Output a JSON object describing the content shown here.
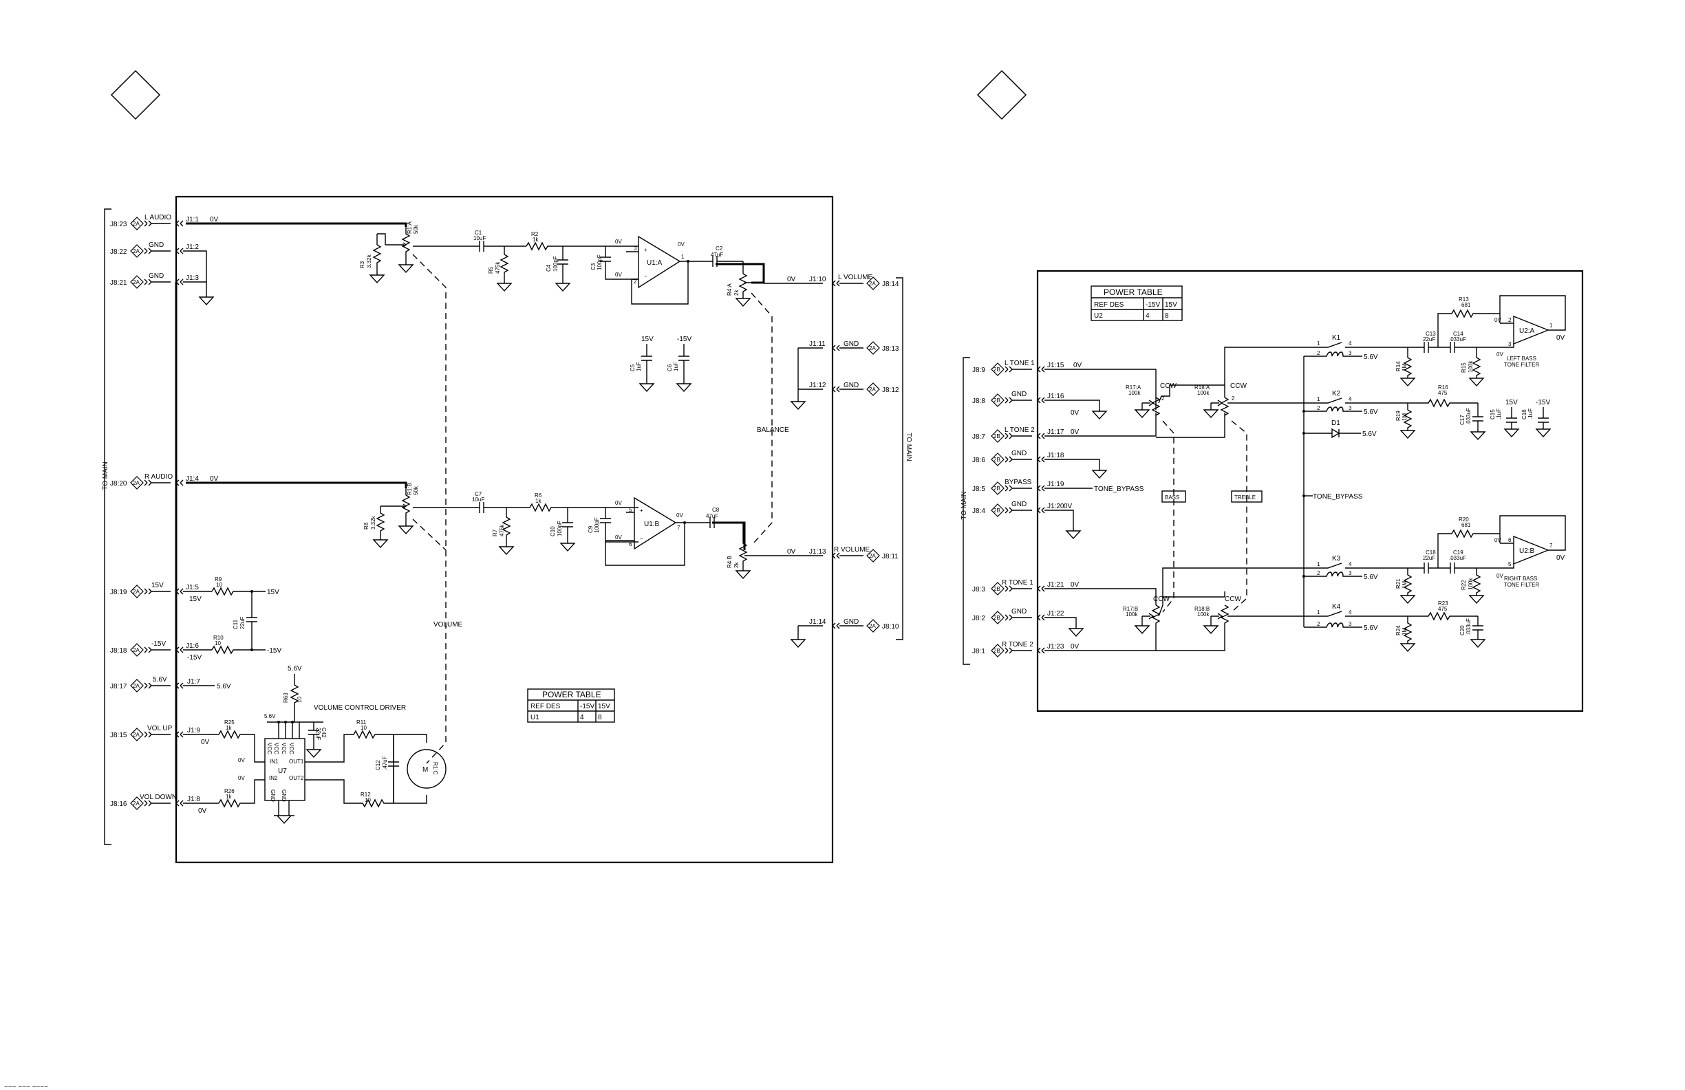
{
  "schematic_a": {
    "side_label": "TO MAIN",
    "right_side_label": "TO MAIN",
    "inputs": [
      {
        "conn": "J8:23",
        "pin": "2A",
        "name": "L AUDIO",
        "jpin": "J1:1",
        "net": "0V"
      },
      {
        "conn": "J8:22",
        "pin": "2A",
        "name": "GND",
        "jpin": "J1:2"
      },
      {
        "conn": "J8:21",
        "pin": "2A",
        "name": "GND",
        "jpin": "J1:3"
      },
      {
        "conn": "J8:20",
        "pin": "2A",
        "name": "R AUDIO",
        "jpin": "J1:4",
        "net": "0V"
      },
      {
        "conn": "J8:19",
        "pin": "2A",
        "name": "15V",
        "jpin": "J1:5",
        "net": "15V"
      },
      {
        "conn": "J8:18",
        "pin": "2A",
        "name": "-15V",
        "jpin": "J1:6",
        "net": "-15V"
      },
      {
        "conn": "J8:17",
        "pin": "2A",
        "name": "5.6V",
        "jpin": "J1:7",
        "net": "5.6V"
      },
      {
        "conn": "J8:15",
        "pin": "2A",
        "name": "VOL UP",
        "jpin": "J1:9",
        "net": "0V"
      },
      {
        "conn": "J8:16",
        "pin": "2A",
        "name": "VOL DOWN",
        "jpin": "J1:8",
        "net": "0V"
      }
    ],
    "outputs": [
      {
        "conn": "J8:14",
        "pin": "2A",
        "name": "L VOLUME",
        "jpin": "J1:10",
        "net": "0V"
      },
      {
        "conn": "J8:13",
        "pin": "2A",
        "name": "GND",
        "jpin": "J1:11"
      },
      {
        "conn": "J8:12",
        "pin": "2A",
        "name": "GND",
        "jpin": "J1:12"
      },
      {
        "conn": "J8:11",
        "pin": "2A",
        "name": "R VOLUME",
        "jpin": "J1:13",
        "net": "0V"
      },
      {
        "conn": "J8:10",
        "pin": "2A",
        "name": "GND",
        "jpin": "J1:14"
      }
    ],
    "parts": {
      "r1a": {
        "ref": "R1:A",
        "val": "50k"
      },
      "r1b": {
        "ref": "R1:B",
        "val": "50k"
      },
      "r3": {
        "ref": "R3",
        "val": "3.32k"
      },
      "r8": {
        "ref": "R8",
        "val": "3.32k"
      },
      "c1": {
        "ref": "C1",
        "val": "10uF"
      },
      "c7": {
        "ref": "C7",
        "val": "10uF"
      },
      "r2": {
        "ref": "R2",
        "val": "1k"
      },
      "r6": {
        "ref": "R6",
        "val": "1k"
      },
      "r5": {
        "ref": "R5",
        "val": "475k"
      },
      "r7": {
        "ref": "R7",
        "val": "475k"
      },
      "c4": {
        "ref": "C4",
        "val": "100pF"
      },
      "c10": {
        "ref": "C10",
        "val": "100pF"
      },
      "c3": {
        "ref": "C3",
        "val": "100pF"
      },
      "c9": {
        "ref": "C9",
        "val": "100pF"
      },
      "u1a": {
        "ref": "U1:A"
      },
      "u1b": {
        "ref": "U1:B"
      },
      "c2": {
        "ref": "C2",
        "val": "47uF"
      },
      "c8": {
        "ref": "C8",
        "val": "47uF"
      },
      "r4a": {
        "ref": "R4:A",
        "val": "2k"
      },
      "r4b": {
        "ref": "R4:B",
        "val": "2k"
      },
      "c5": {
        "ref": "C5",
        "val": "1uF"
      },
      "c6": {
        "ref": "C6",
        "val": "1uF"
      },
      "r9": {
        "ref": "R9",
        "val": "10"
      },
      "r10": {
        "ref": "R10",
        "val": "10"
      },
      "c11": {
        "ref": "C11",
        "val": "22uF"
      },
      "r63": {
        "ref": "R63",
        "val": "10"
      },
      "c42": {
        "ref": "C42",
        "val": "22uF"
      },
      "r25": {
        "ref": "R25",
        "val": "1k"
      },
      "r26": {
        "ref": "R26",
        "val": "1k"
      },
      "u7": {
        "ref": "U7"
      },
      "r11": {
        "ref": "R11",
        "val": "10"
      },
      "r12": {
        "ref": "R12",
        "val": "10"
      },
      "c12": {
        "ref": "C12",
        "val": ".47uF"
      },
      "r1c": {
        "ref": "R1:C",
        "val": "M"
      }
    },
    "labels": {
      "volume": "VOLUME",
      "balance": "BALANCE",
      "driver": "VOLUME CONTROL DRIVER",
      "v15": "15V",
      "vm15": "-15V",
      "v56": "5.6V",
      "zero": "0V"
    },
    "u7_pins": {
      "vcc": "VCC",
      "in1": "IN1",
      "in2": "IN2",
      "out1": "OUT1",
      "out2": "OUT2",
      "gnd": "GND"
    },
    "power_table": {
      "title": "POWER TABLE",
      "headers": [
        "REF DES",
        "-15V",
        "15V"
      ],
      "row": [
        "U1",
        "4",
        "8"
      ]
    }
  },
  "schematic_b": {
    "side_label": "TO MAIN",
    "inputs": [
      {
        "conn": "J8:9",
        "pin": "2B",
        "name": "L TONE 1",
        "jpin": "J1:15",
        "net": "0V"
      },
      {
        "conn": "J8:8",
        "pin": "2B",
        "name": "GND",
        "jpin": "J1:16",
        "net": "0V"
      },
      {
        "conn": "J8:7",
        "pin": "2B",
        "name": "L TONE 2",
        "jpin": "J1:17",
        "net": "0V"
      },
      {
        "conn": "J8:6",
        "pin": "2B",
        "name": "GND",
        "jpin": "J1:18"
      },
      {
        "conn": "J8:5",
        "pin": "2B",
        "name": "BYPASS",
        "jpin": "J1:19",
        "net": "TONE_BYPASS"
      },
      {
        "conn": "J8:4",
        "pin": "2B",
        "name": "GND",
        "jpin": "J1:20",
        "net": "0V"
      },
      {
        "conn": "J8:3",
        "pin": "2B",
        "name": "R TONE 1",
        "jpin": "J1:21",
        "net": "0V"
      },
      {
        "conn": "J8:2",
        "pin": "2B",
        "name": "GND",
        "jpin": "J1:22"
      },
      {
        "conn": "J8:1",
        "pin": "2B",
        "name": "R TONE 2",
        "jpin": "J1:23",
        "net": "0V"
      }
    ],
    "parts": {
      "r17a": {
        "ref": "R17:A",
        "val": "100k"
      },
      "r18a": {
        "ref": "R18:A",
        "val": "100k"
      },
      "r17b": {
        "ref": "R17:B",
        "val": "100k"
      },
      "r18b": {
        "ref": "R18:B",
        "val": "100k"
      },
      "k1": {
        "ref": "K1"
      },
      "k2": {
        "ref": "K2"
      },
      "k3": {
        "ref": "K3"
      },
      "k4": {
        "ref": "K4"
      },
      "d1": {
        "ref": "D1"
      },
      "c13": {
        "ref": "C13",
        "val": "22uF"
      },
      "c14": {
        "ref": "C14",
        "val": ".033uF"
      },
      "r13": {
        "ref": "R13",
        "val": "681"
      },
      "r14": {
        "ref": "R14",
        "val": "1M"
      },
      "r15": {
        "ref": "R15",
        "val": "100k"
      },
      "u2a": {
        "ref": "U2:A"
      },
      "r16": {
        "ref": "R16",
        "val": "475"
      },
      "r19": {
        "ref": "R19",
        "val": "1M"
      },
      "c17": {
        "ref": "C17",
        "val": ".033uF"
      },
      "c15": {
        "ref": "C15",
        "val": ".1uF"
      },
      "c16": {
        "ref": "C16",
        "val": ".1uF"
      },
      "c18": {
        "ref": "C18",
        "val": "22uF"
      },
      "c19": {
        "ref": "C19",
        "val": ".033uF"
      },
      "r20": {
        "ref": "R20",
        "val": "681"
      },
      "r21": {
        "ref": "R21",
        "val": "1M"
      },
      "r22": {
        "ref": "R22",
        "val": "100k"
      },
      "u2b": {
        "ref": "U2:B"
      },
      "r23": {
        "ref": "R23",
        "val": "475"
      },
      "r24": {
        "ref": "R24",
        "val": "1M"
      },
      "c20": {
        "ref": "C20",
        "val": ".033uF"
      }
    },
    "labels": {
      "ccw": "CCW",
      "bass": "BASS",
      "treble": "TREBLE",
      "tone_bypass": "TONE_BYPASS",
      "left_filter_1": "LEFT BASS",
      "left_filter_2": "TONE FILTER",
      "right_filter_1": "RIGHT BASS",
      "right_filter_2": "TONE FILTER",
      "v56": "5.6V",
      "v15": "15V",
      "vm15": "-15V",
      "zero": "0V"
    },
    "power_table": {
      "title": "POWER TABLE",
      "headers": [
        "REF DES",
        "-15V",
        "15V"
      ],
      "row": [
        "U2",
        "4",
        "8"
      ]
    }
  },
  "footer": {
    "text": "~~~ ~~~ ~~~~"
  }
}
